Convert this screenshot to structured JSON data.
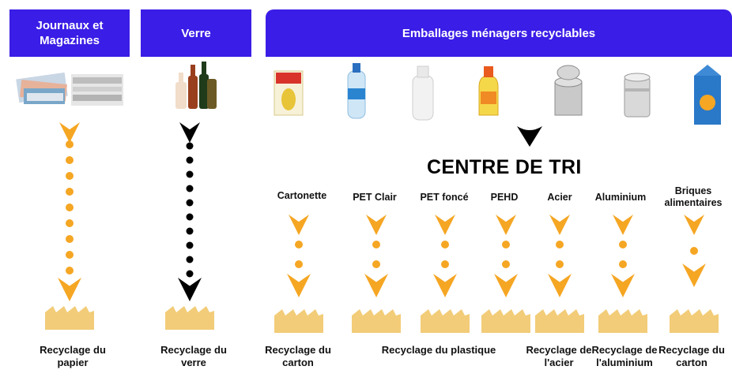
{
  "headers": {
    "journaux": "Journaux et Magazines",
    "verre": "Verre",
    "emballages": "Emballages ménagers recyclables"
  },
  "centre_title": "CENTRE DE TRI",
  "sort_labels": {
    "cartonette": "Cartonette",
    "pet_clair": "PET Clair",
    "pet_fonce": "PET foncé",
    "pehd": "PEHD",
    "acier": "Acier",
    "aluminium": "Aluminium",
    "briques": "Briques alimentaires"
  },
  "recycling_labels": {
    "papier": "Recyclage du papier",
    "verre": "Recyclage du verre",
    "carton": "Recyclage du carton",
    "plastique": "Recyclage du plastique",
    "acier": "Recyclage de l'acier",
    "aluminium": "Recyclage de l'aluminium",
    "carton2": "Recyclage du carton"
  },
  "colors": {
    "header_blue": "#3a1de6",
    "arrow_orange": "#f5a623",
    "factory_tan": "#f2cc78",
    "black": "#000000"
  }
}
